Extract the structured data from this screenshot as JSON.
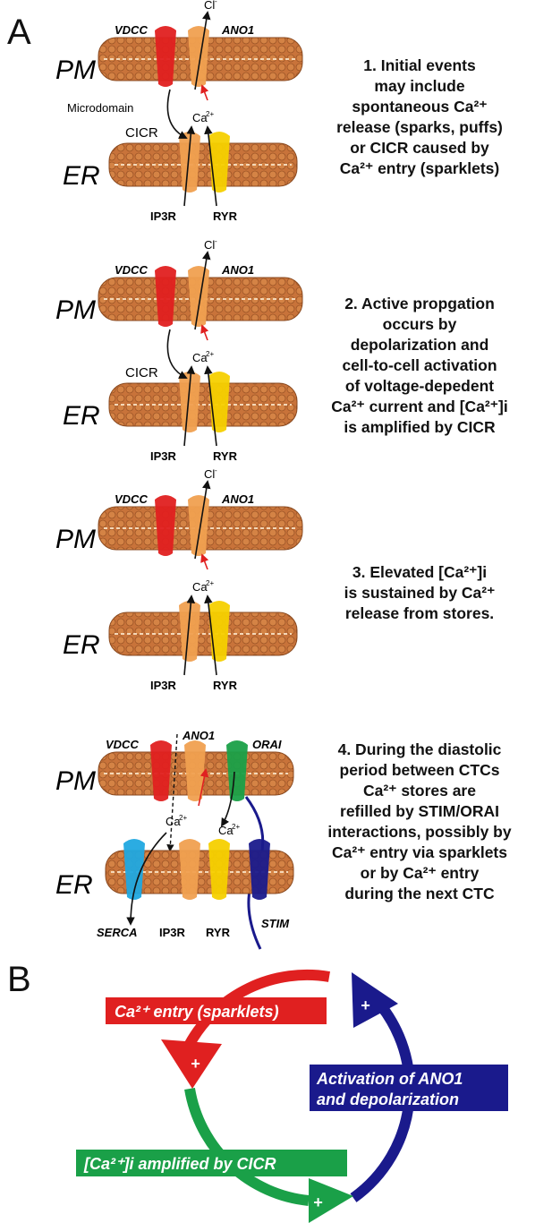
{
  "panel_a_label": "A",
  "panel_b_label": "B",
  "labels": {
    "pm": "PM",
    "er": "ER",
    "vdcc": "VDCC",
    "ano1": "ANO1",
    "orai": "ORAI",
    "ip3r": "IP3R",
    "ryr": "RYR",
    "serca": "SERCA",
    "stim": "STIM",
    "cicr": "CICR",
    "microdomain": "Microdomain",
    "cl": "Cl",
    "cl_sup": "-",
    "ca": "Ca",
    "ca_sup": "2+"
  },
  "steps": {
    "s1": [
      "1. Initial events",
      "may include",
      "spontaneous Ca²⁺",
      "release (sparks, puffs)",
      "or CICR caused by",
      "Ca²⁺ entry (sparklets)"
    ],
    "s2": [
      "2. Active propgation",
      "occurs by",
      "depolarization and",
      "cell-to-cell activation",
      "of voltage-depedent",
      "Ca²⁺ current and [Ca²⁺]i",
      "is amplified by CICR"
    ],
    "s3": [
      "3. Elevated [Ca²⁺]i",
      "is sustained by Ca²⁺",
      "release from stores."
    ],
    "s4": [
      "4. During the diastolic",
      "period between CTCs",
      "Ca²⁺ stores are",
      "refilled by STIM/ORAI",
      "interactions, possibly by",
      "Ca²⁺ entry via sparklets",
      "or by Ca²⁺ entry",
      "during the next CTC"
    ]
  },
  "cycle": {
    "red": "Ca²⁺ entry (sparklets)",
    "blue_line1": "Activation of ANO1",
    "blue_line2": "and depolarization",
    "green": "[Ca²⁺]i amplified by CICR",
    "plus": "+"
  },
  "colors": {
    "membrane": "#c8733a",
    "membrane_dark": "#8a4a20",
    "red": "#e02020",
    "orange": "#f0a050",
    "yellow": "#f5d000",
    "green": "#1aa048",
    "blue": "#1a1a8c",
    "cyan": "#20a8e0"
  }
}
